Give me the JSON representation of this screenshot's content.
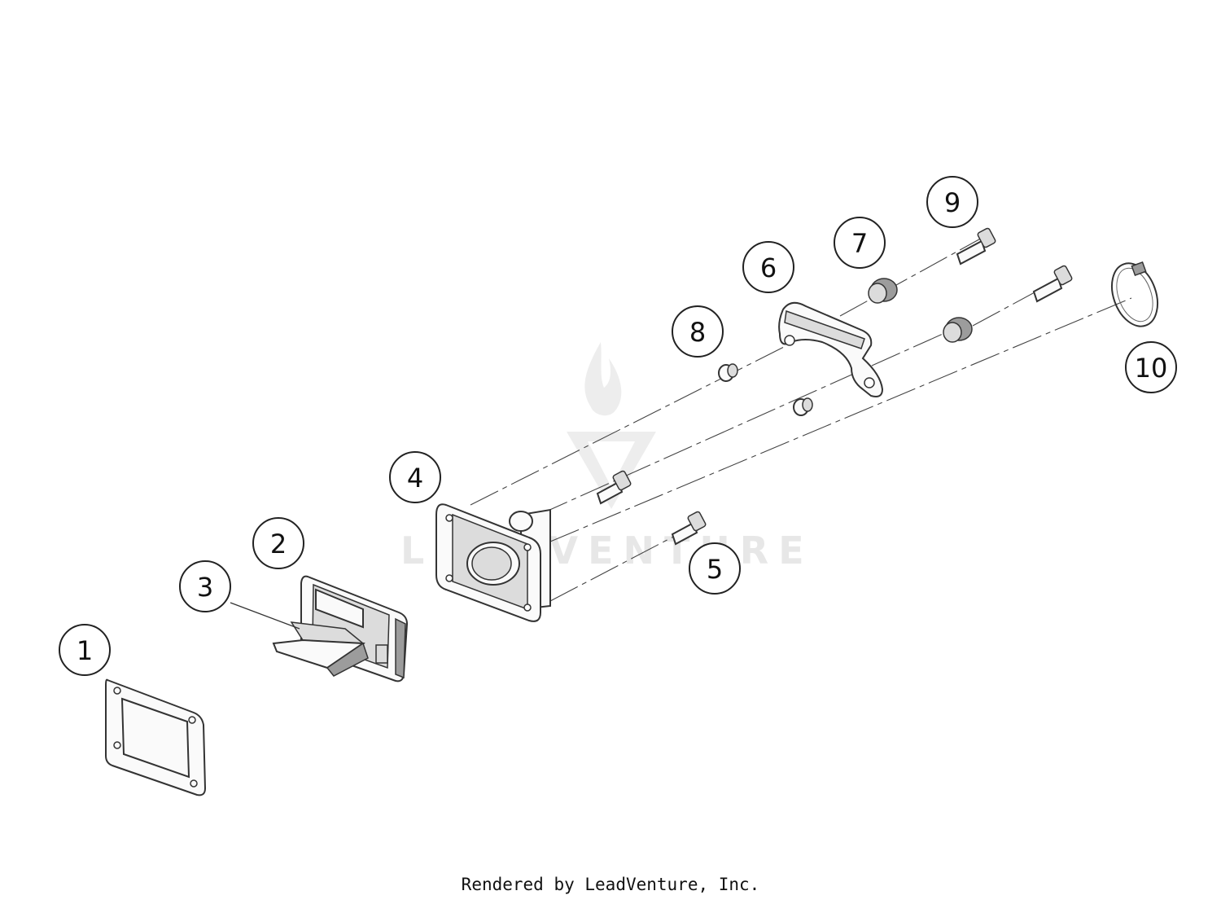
{
  "diagram": {
    "callouts": [
      "1",
      "2",
      "3",
      "4",
      "5",
      "6",
      "7",
      "8",
      "9",
      "10"
    ]
  },
  "watermark": {
    "text": "LEADVENTURE"
  },
  "footer": {
    "text": "Rendered by LeadVenture, Inc."
  }
}
